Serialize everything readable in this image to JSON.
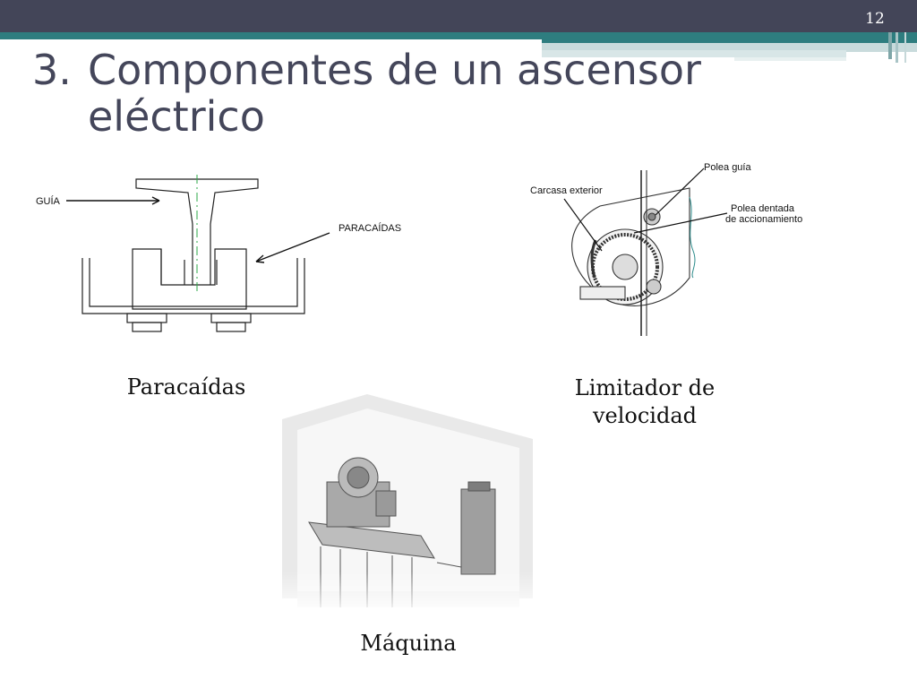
{
  "slide": {
    "number": "12",
    "title_number": "3.",
    "title_line1": "Componentes de un ascensor",
    "title_line2": "eléctrico"
  },
  "figures": {
    "paracaidas": {
      "caption": "Paracaídas",
      "label_guia": "GUÍA",
      "label_paracaidas": "PARACAÍDAS"
    },
    "limitador": {
      "caption_line1": "Limitador de",
      "caption_line2": "velocidad",
      "label_carcasa": "Carcasa exterior",
      "label_polea_guia": "Polea guía",
      "label_polea_dentada_1": "Polea dentada",
      "label_polea_dentada_2": "de accionamiento"
    },
    "maquina": {
      "caption": "Máquina"
    }
  },
  "colors": {
    "header_dark": "#434558",
    "header_teal": "#2e7d7f",
    "header_light": "#b8cfd1",
    "title_text": "#44465a"
  }
}
